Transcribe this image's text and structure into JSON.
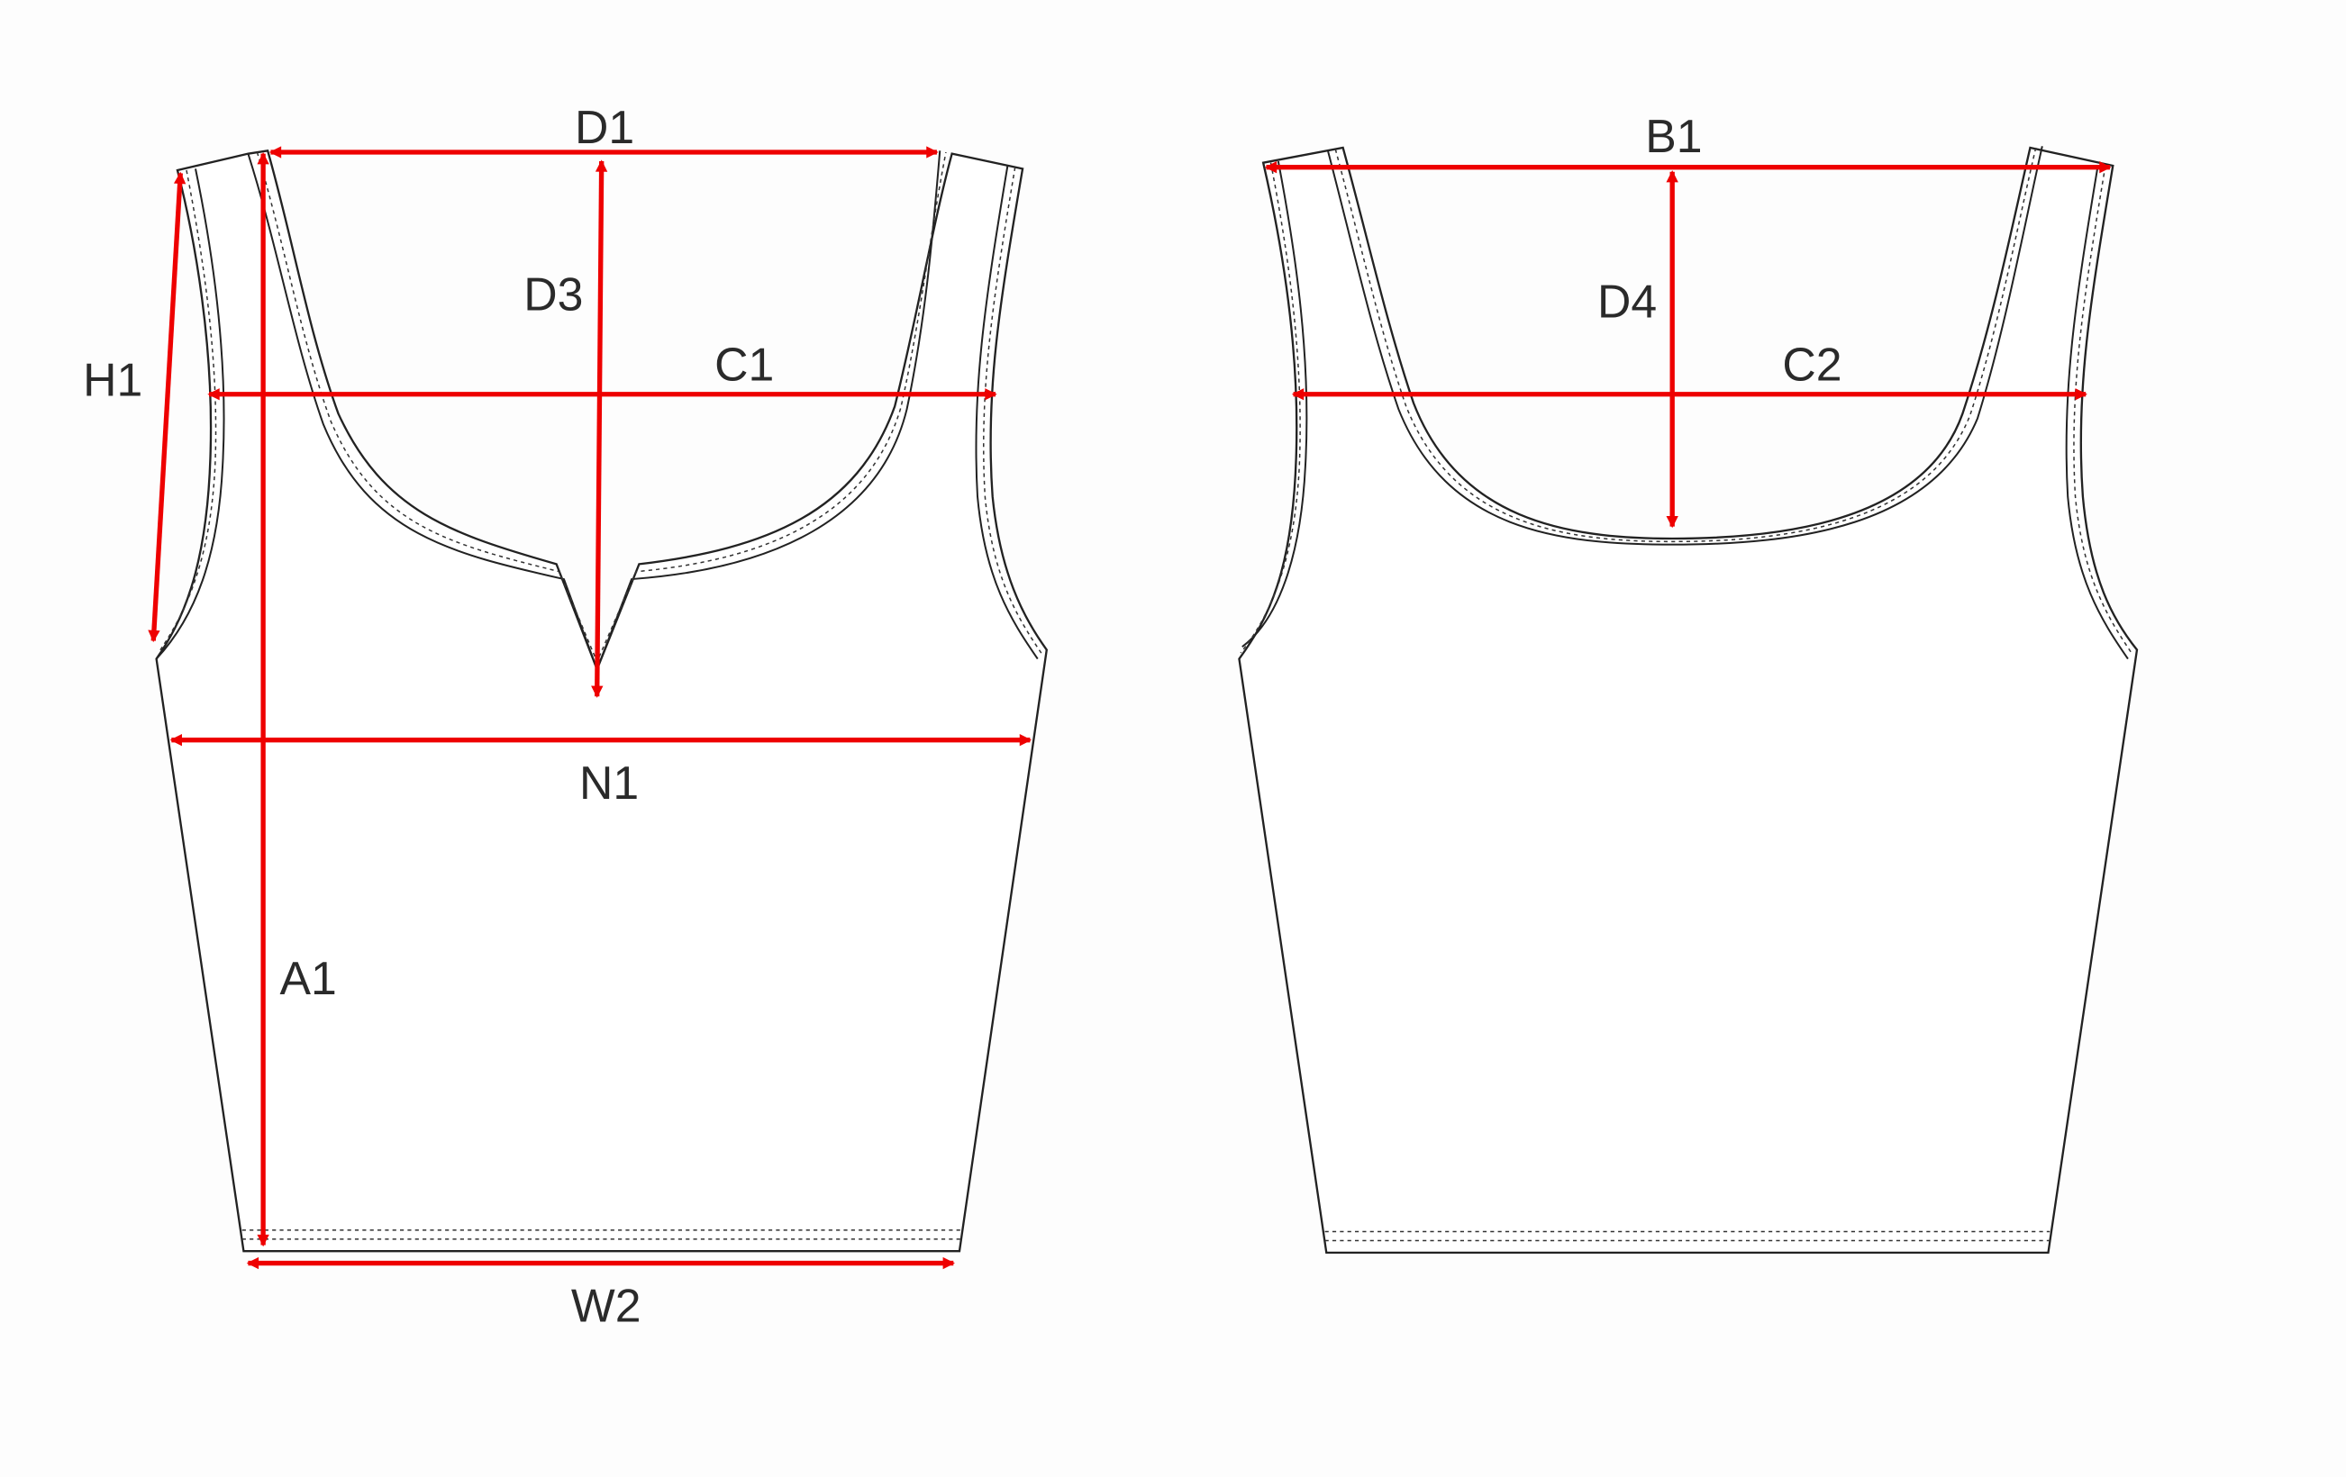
{
  "front": {
    "labels": {
      "D1": "D1",
      "D3": "D3",
      "C1": "C1",
      "H1": "H1",
      "A1": "A1",
      "N1": "N1",
      "W2": "W2"
    }
  },
  "back": {
    "labels": {
      "B1": "B1",
      "D4": "D4",
      "C2": "C2"
    }
  },
  "colors": {
    "measure": "#ee0000",
    "outline": "#222222"
  }
}
